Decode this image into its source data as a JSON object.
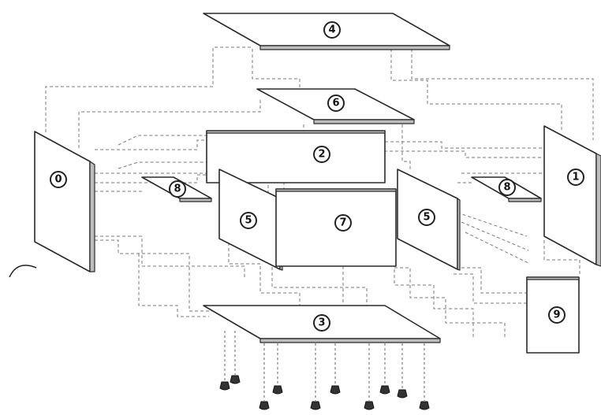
{
  "parts": [
    {
      "key": "p0",
      "label": "0"
    },
    {
      "key": "p1",
      "label": "1"
    },
    {
      "key": "p2",
      "label": "2"
    },
    {
      "key": "p3",
      "label": "3"
    },
    {
      "key": "p4",
      "label": "4"
    },
    {
      "key": "p5a",
      "label": "5"
    },
    {
      "key": "p5b",
      "label": "5"
    },
    {
      "key": "p6",
      "label": "6"
    },
    {
      "key": "p7",
      "label": "7"
    },
    {
      "key": "p8a",
      "label": "8"
    },
    {
      "key": "p8b",
      "label": "8"
    },
    {
      "key": "p9",
      "label": "9"
    }
  ],
  "feet": {
    "count": 10
  },
  "colors": {
    "line": "#2a2a2a",
    "edge": "#bdbdbd",
    "dash": "#7a7a7a",
    "background": "#ffffff"
  }
}
